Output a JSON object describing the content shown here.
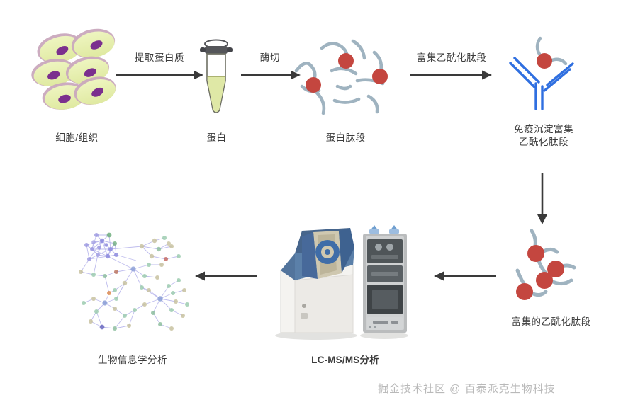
{
  "diagram": {
    "title_text": "",
    "background": "#ffffff",
    "steps": [
      {
        "id": "cells",
        "label": "细胞/组织"
      },
      {
        "id": "protein",
        "label": "蛋白"
      },
      {
        "id": "peptides",
        "label": "蛋白肽段"
      },
      {
        "id": "ip",
        "label": "免疫沉淀富集\n乙酰化肽段"
      },
      {
        "id": "enriched",
        "label": "富集的乙酰化肽段"
      },
      {
        "id": "lcmsms",
        "label": "LC-MS/MS分析"
      },
      {
        "id": "bioinfo",
        "label": "生物信息学分析"
      }
    ],
    "arrows": [
      {
        "id": "extract",
        "label": "提取蛋白质",
        "direction": "right"
      },
      {
        "id": "digest",
        "label": "酶切",
        "direction": "right"
      },
      {
        "id": "enrich",
        "label": "富集乙酰化肽段",
        "direction": "right"
      },
      {
        "id": "ip-down",
        "label": "",
        "direction": "down"
      },
      {
        "id": "to-ms",
        "label": "",
        "direction": "left"
      },
      {
        "id": "to-bio",
        "label": "",
        "direction": "left"
      }
    ],
    "watermark": "掘金技术社区 @ 百泰派克生物科技",
    "colors": {
      "cell_fill": "#e6efac",
      "cell_membrane": "#c9a8bd",
      "nucleus": "#7b2f8e",
      "tube_liquid": "#dfe8a6",
      "tube_cap": "#4a4a4a",
      "peptide_stroke": "#9fb3c0",
      "acetyl_dot": "#c4463f",
      "antibody": "#2f6fe0",
      "instrument_blue": "#4a6d96",
      "instrument_body": "#f0efec",
      "lc_tower": "#6d7278",
      "network_edge": "#8a87e0",
      "arrow": "#3a3a3a",
      "text": "#3c3c3c",
      "watermark": "#b9b9b9"
    }
  }
}
